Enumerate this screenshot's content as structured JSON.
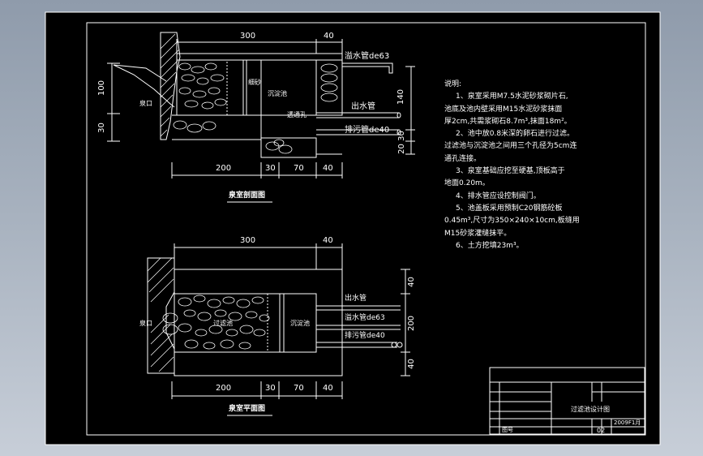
{
  "section": {
    "title": "泉室剖面图",
    "top_dims": [
      "300",
      "40"
    ],
    "bottom_dims": [
      "200",
      "30",
      "70",
      "40"
    ],
    "left_dims": [
      "100",
      "30"
    ],
    "right_dims": [
      "140",
      "30",
      "20"
    ],
    "labels": {
      "overflow_pipe": "溢水管de63",
      "sand": "细砂",
      "settling_tank": "沉淀池",
      "outlet_pipe": "出水管",
      "hole": "透通孔",
      "drain_pipe": "排污管de40",
      "spring_mouth": "泉口"
    }
  },
  "plan": {
    "title": "泉室平面图",
    "top_dims": [
      "300",
      "40"
    ],
    "bottom_dims": [
      "200",
      "30",
      "70",
      "40"
    ],
    "right_dims": [
      "40",
      "200",
      "40"
    ],
    "labels": {
      "outlet_pipe": "出水管",
      "overflow_pipe": "溢水管de63",
      "drain_pipe": "排污管de40",
      "filter_tank": "过滤池",
      "settling_tank": "沉淀池",
      "spring_mouth": "泉口"
    }
  },
  "notes": {
    "heading": "说明:",
    "lines": [
      "1、泉室采用M7.5水泥砂浆砌片石,",
      "池底及池内壁采用M15水泥砂浆抹面",
      "厚2cm,共需浆砌石8.7m³,抹面18m²。",
      "2、池中放0.8米深的卵石进行过滤。",
      "过滤池与沉淀池之间用三个孔径为5cm连",
      "通孔连接。",
      "3、泉室基础应挖至硬基,顶板高于",
      "地面0.20m。",
      "4、排水管应设控制阀门。",
      "5、池盖板采用预制C20钢筋砼板",
      "0.45m³,尺寸为350×240×10cm,板缝用",
      "M15砂浆灌缝抹平。",
      "6、土方挖填23m³。"
    ]
  },
  "title_block": {
    "drawing_name": "过滤池设计图",
    "date": "2009F1月",
    "sheet_no": "02",
    "label_pic": "图号"
  }
}
